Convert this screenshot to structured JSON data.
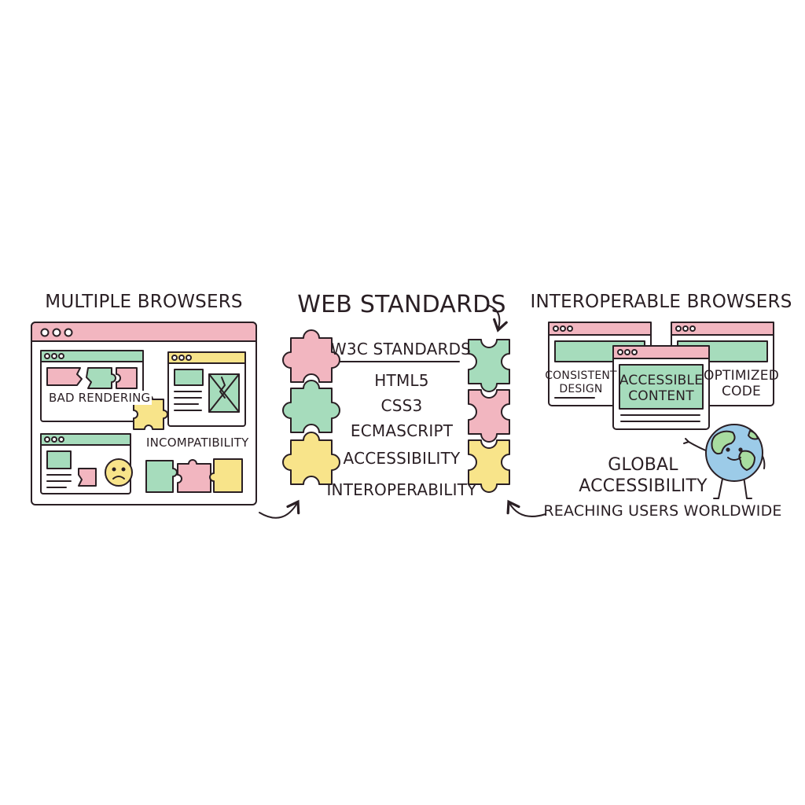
{
  "left": {
    "title": "MULTIPLE BROWSERS",
    "bad_rendering": "BAD RENDERING",
    "incompatibility": "INCOMPATIBILITY"
  },
  "center": {
    "title": "WEB STANDARDS",
    "items": [
      "W3C STANDARDS",
      "HTML5",
      "CSS3",
      "ECMASCRIPT",
      "ACCESSIBILITY",
      "INTEROPERABILITY"
    ]
  },
  "right": {
    "title": "INTEROPERABLE BROWSERS",
    "consistent_design": [
      "CONSISTENT",
      "DESIGN"
    ],
    "accessible_content": [
      "ACCESSIBLE",
      "CONTENT"
    ],
    "optimized_code": [
      "OPTIMIZED",
      "CODE"
    ],
    "global_title": [
      "GLOBAL",
      "ACCESSIBILITY"
    ],
    "global_subtitle": "REACHING USERS WORLDWIDE"
  },
  "colors": {
    "pink": "#f2b6c0",
    "green": "#a6dcbc",
    "yellow": "#f8e48a",
    "ink": "#2a1f24",
    "globe_blue": "#9ccbe8",
    "globe_green": "#a8dca0"
  }
}
